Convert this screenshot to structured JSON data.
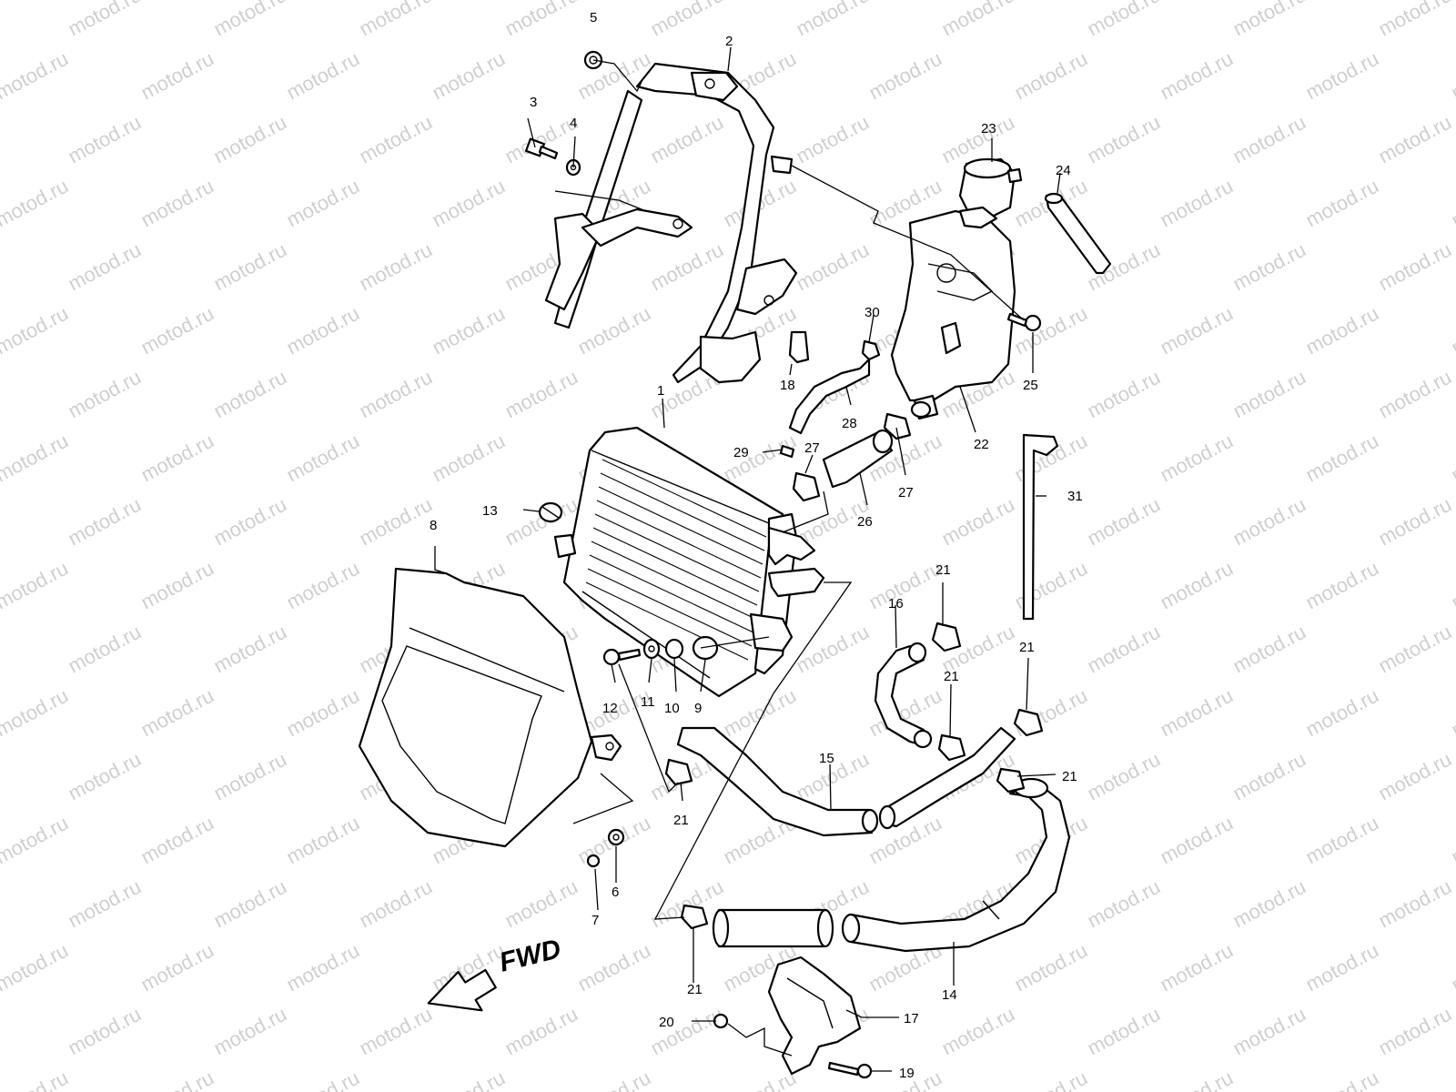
{
  "watermark": "motod.ru",
  "direction_label": "FWD",
  "callouts": [
    "1",
    "2",
    "3",
    "4",
    "5",
    "6",
    "7",
    "8",
    "9",
    "10",
    "11",
    "12",
    "13",
    "14",
    "15",
    "16",
    "17",
    "18",
    "19",
    "20",
    "21",
    "22",
    "23",
    "24",
    "25",
    "26",
    "27",
    "28",
    "29",
    "30",
    "31"
  ]
}
